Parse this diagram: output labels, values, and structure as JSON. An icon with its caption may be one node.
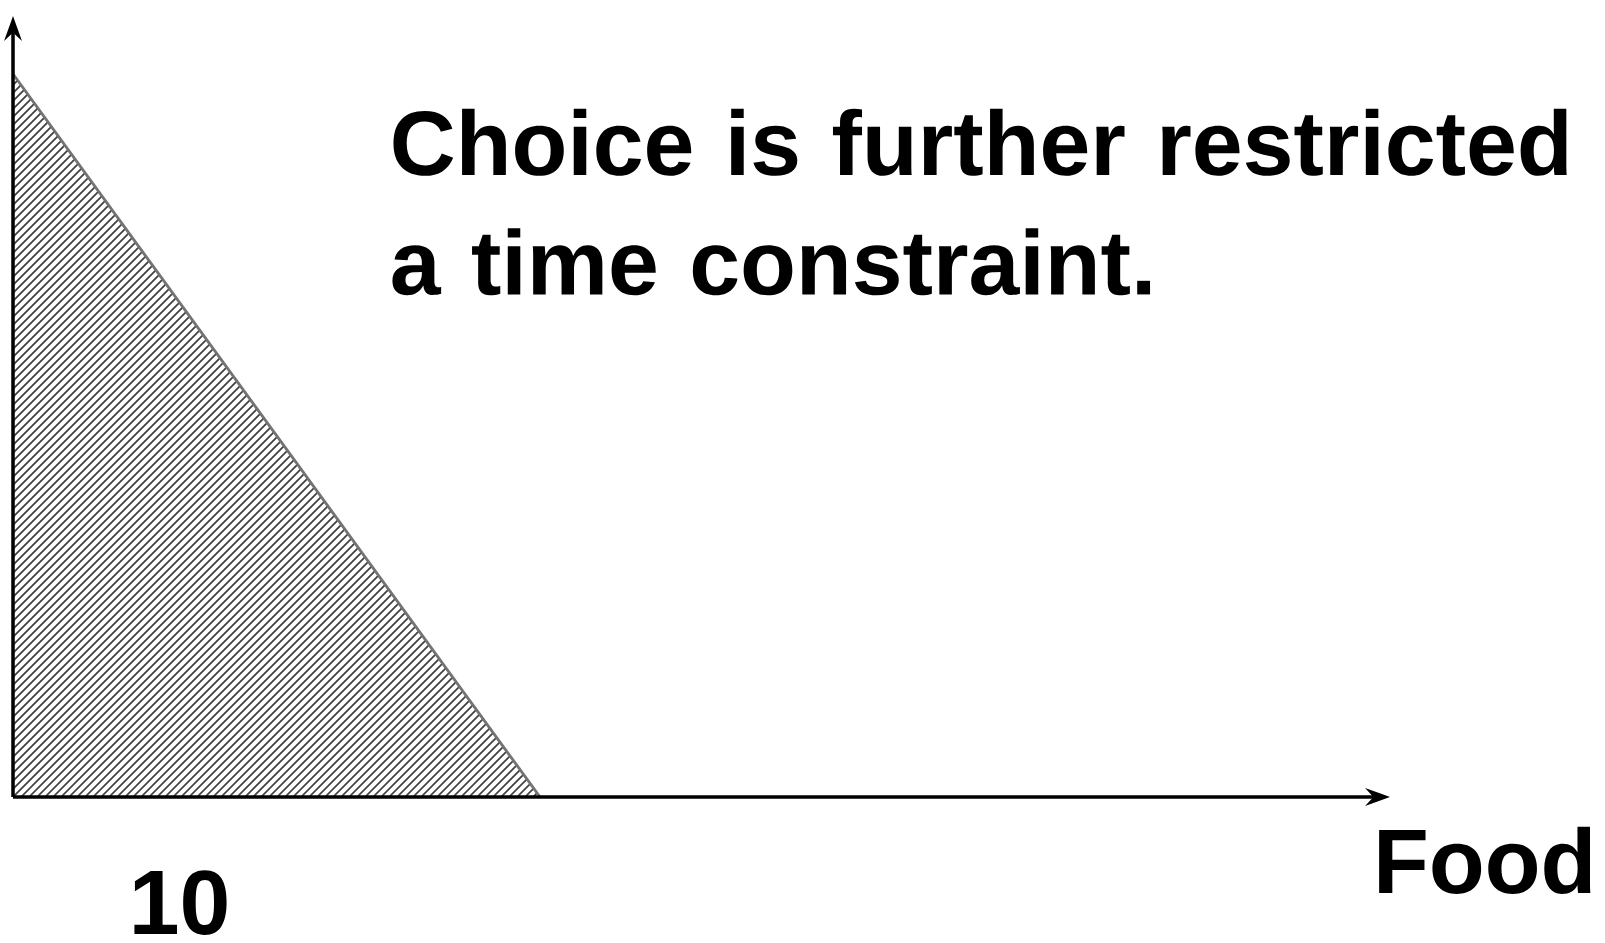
{
  "diagram": {
    "labels": [
      "Choice is further restricted a time constraint.",
      "Food",
      "10"
    ]
  }
}
